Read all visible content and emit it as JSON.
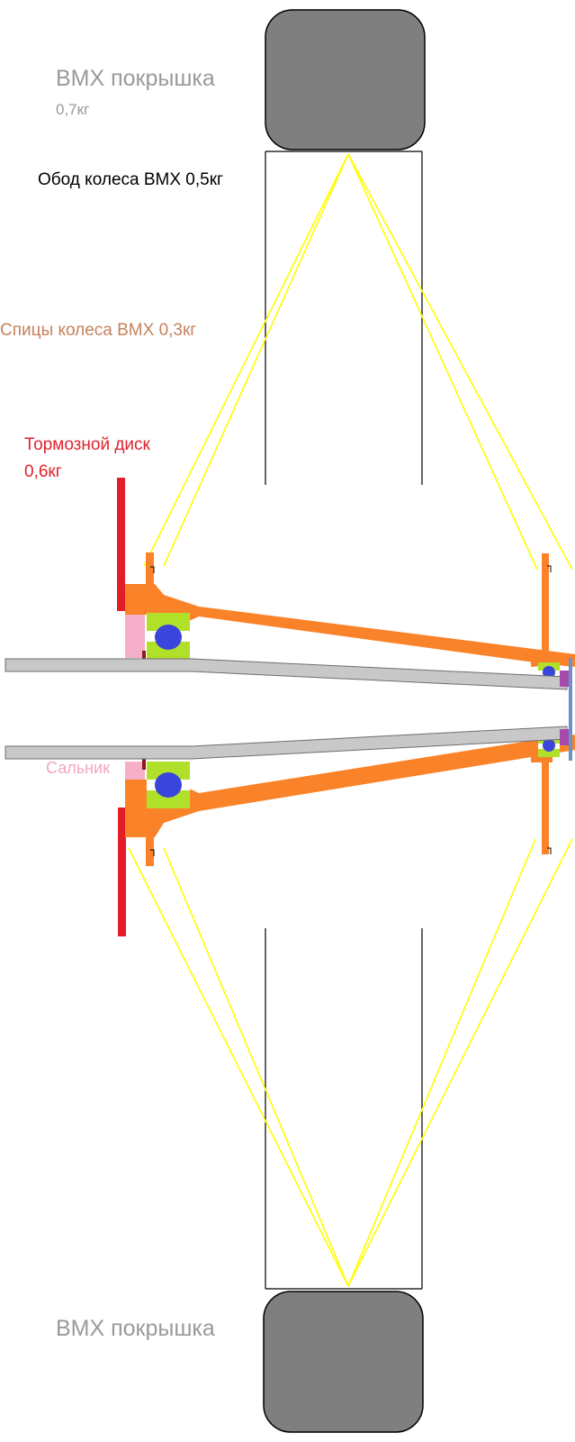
{
  "labels": {
    "tire_top": "BMX покрышка",
    "tire_top_weight": "0,7кг",
    "rim": "Обод колеса BMX 0,5кг",
    "spokes": "Спицы колеса BMX 0,3кг",
    "disc": "Тормозной диск",
    "disc_weight": "0,6кг",
    "seal": "Сальник",
    "tire_bottom": "BMX покрышка"
  },
  "colors": {
    "tire": "#7f7f7f",
    "rim": "#000000",
    "spoke": "#ffff00",
    "disc": "#e41e27",
    "hub": "#fa8228",
    "bearing_race": "#b0e02a",
    "bearing_ball": "#3a45dc",
    "axle": "#c8c8c8",
    "seal": "#f6afc8",
    "clip": "#8b1a1a",
    "end_cap": "#a64bab",
    "end_plate": "#6f8fc8"
  }
}
